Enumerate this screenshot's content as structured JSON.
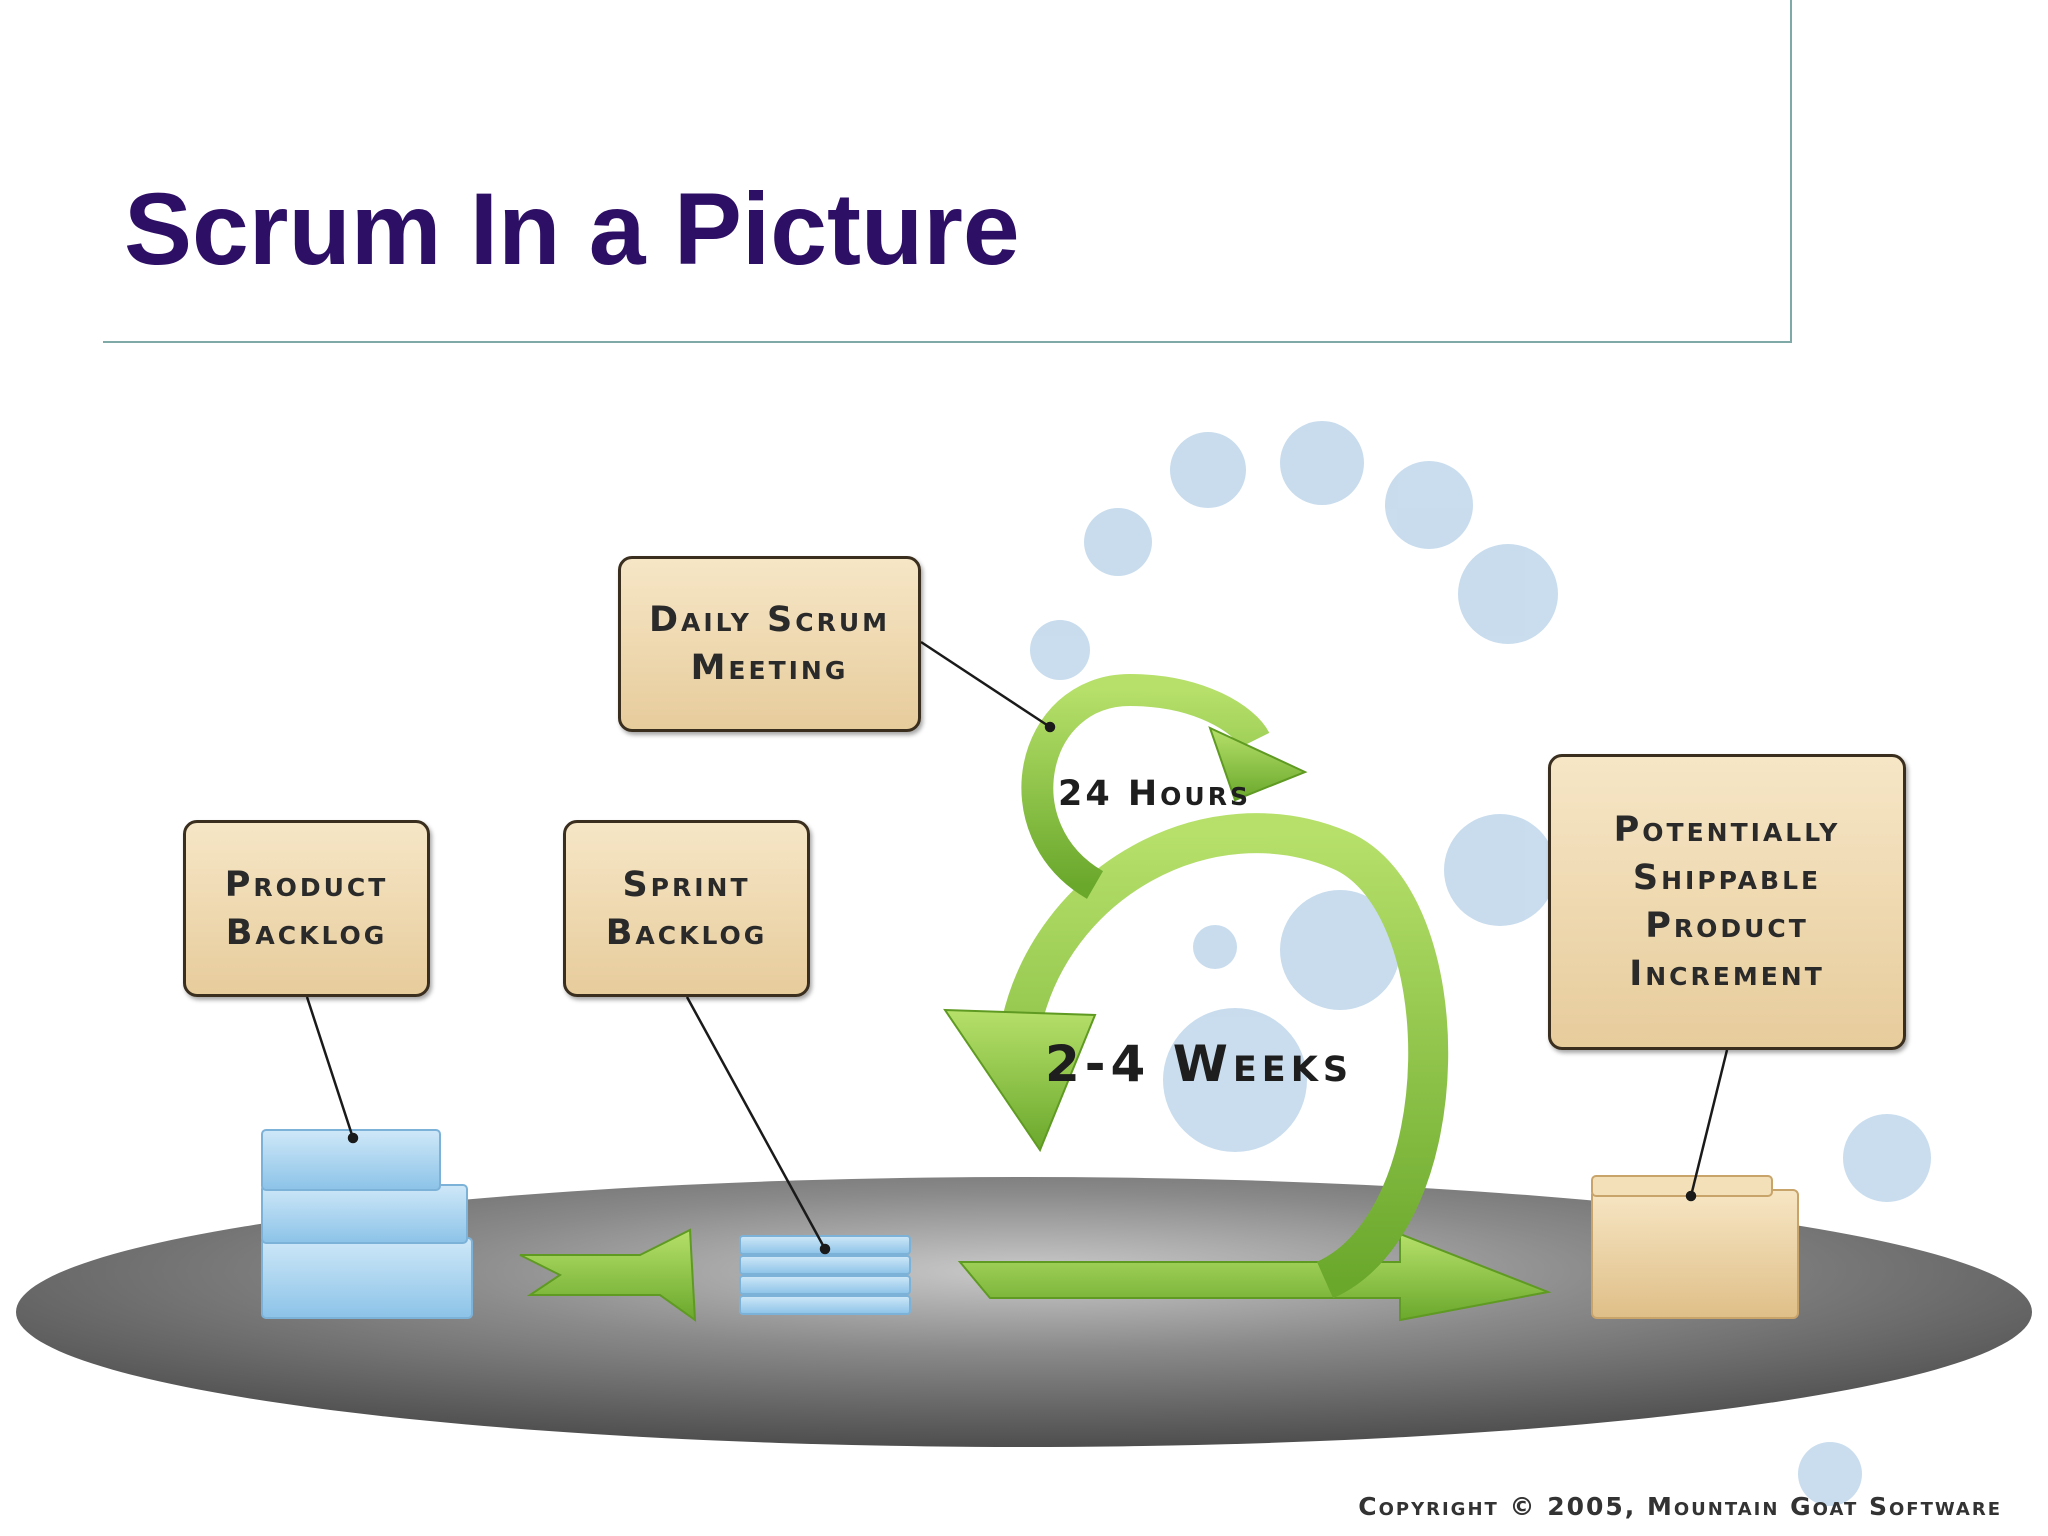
{
  "slide": {
    "title": "Scrum In a Picture"
  },
  "diagram": {
    "boxes": {
      "daily_scrum": "Daily Scrum\nMeeting",
      "product_backlog": "Product\nBacklog",
      "sprint_backlog": "Sprint\nBacklog",
      "increment": "Potentially\nShippable\nProduct\nIncrement"
    },
    "cycle_labels": {
      "daily": "24 Hours",
      "sprint": "2-4 Weeks"
    },
    "copyright": "Copyright © 2005, Mountain Goat Software"
  },
  "colors": {
    "title": "#2e0f66",
    "arrow_green": "#8dc63f",
    "box_fill": "#f0dcb4",
    "disc": "#6f6f6f",
    "bubble": "#c3d9ec",
    "stack_blue": "#a9d3ef"
  }
}
